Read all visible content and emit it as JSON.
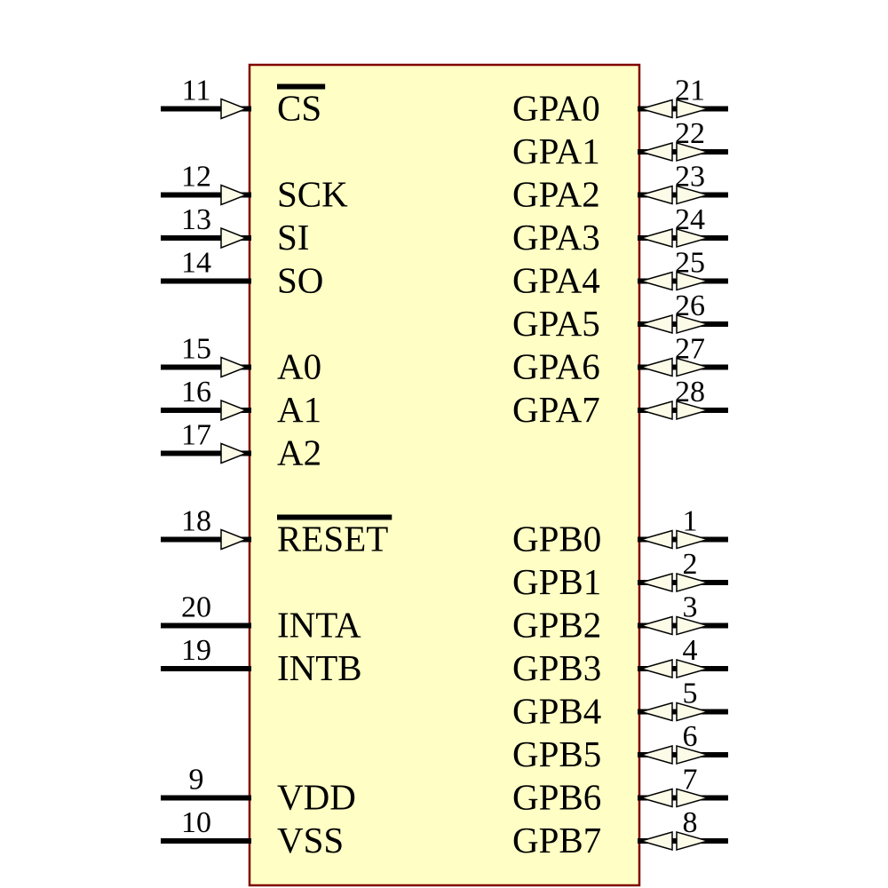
{
  "diagram": {
    "kind": "ic-schematic-symbol",
    "colors": {
      "background": "#FFFFFF",
      "body_fill": "#FFFFC5",
      "body_border": "#800000",
      "wire": "#000000",
      "arrow_fill": "#FCFBE8",
      "text": "#000000"
    },
    "left_pins": [
      {
        "number": "11",
        "label": "CS",
        "overline": true,
        "arrow": true,
        "row": 0
      },
      {
        "number": "12",
        "label": "SCK",
        "overline": false,
        "arrow": true,
        "row": 2
      },
      {
        "number": "13",
        "label": "SI",
        "overline": false,
        "arrow": true,
        "row": 3
      },
      {
        "number": "14",
        "label": "SO",
        "overline": false,
        "arrow": false,
        "row": 4
      },
      {
        "number": "15",
        "label": "A0",
        "overline": false,
        "arrow": true,
        "row": 6
      },
      {
        "number": "16",
        "label": "A1",
        "overline": false,
        "arrow": true,
        "row": 7
      },
      {
        "number": "17",
        "label": "A2",
        "overline": false,
        "arrow": true,
        "row": 8
      },
      {
        "number": "18",
        "label": "RESET",
        "overline": true,
        "arrow": true,
        "row": 10
      },
      {
        "number": "20",
        "label": "INTA",
        "overline": false,
        "arrow": false,
        "row": 12
      },
      {
        "number": "19",
        "label": "INTB",
        "overline": false,
        "arrow": false,
        "row": 13
      },
      {
        "number": "9",
        "label": "VDD",
        "overline": false,
        "arrow": false,
        "row": 16
      },
      {
        "number": "10",
        "label": "VSS",
        "overline": false,
        "arrow": false,
        "row": 17
      }
    ],
    "right_pins": [
      {
        "number": "21",
        "label": "GPA0",
        "direction": "bidirectional",
        "row": 0
      },
      {
        "number": "22",
        "label": "GPA1",
        "direction": "bidirectional",
        "row": 1
      },
      {
        "number": "23",
        "label": "GPA2",
        "direction": "bidirectional",
        "row": 2
      },
      {
        "number": "24",
        "label": "GPA3",
        "direction": "bidirectional",
        "row": 3
      },
      {
        "number": "25",
        "label": "GPA4",
        "direction": "bidirectional",
        "row": 4
      },
      {
        "number": "26",
        "label": "GPA5",
        "direction": "bidirectional",
        "row": 5
      },
      {
        "number": "27",
        "label": "GPA6",
        "direction": "bidirectional",
        "row": 6
      },
      {
        "number": "28",
        "label": "GPA7",
        "direction": "bidirectional",
        "row": 7
      },
      {
        "number": "1",
        "label": "GPB0",
        "direction": "bidirectional",
        "row": 10
      },
      {
        "number": "2",
        "label": "GPB1",
        "direction": "bidirectional",
        "row": 11
      },
      {
        "number": "3",
        "label": "GPB2",
        "direction": "bidirectional",
        "row": 12
      },
      {
        "number": "4",
        "label": "GPB3",
        "direction": "bidirectional",
        "row": 13
      },
      {
        "number": "5",
        "label": "GPB4",
        "direction": "bidirectional",
        "row": 14
      },
      {
        "number": "6",
        "label": "GPB5",
        "direction": "bidirectional",
        "row": 15
      },
      {
        "number": "7",
        "label": "GPB6",
        "direction": "bidirectional",
        "row": 16
      },
      {
        "number": "8",
        "label": "GPB7",
        "direction": "bidirectional",
        "row": 17
      }
    ]
  }
}
